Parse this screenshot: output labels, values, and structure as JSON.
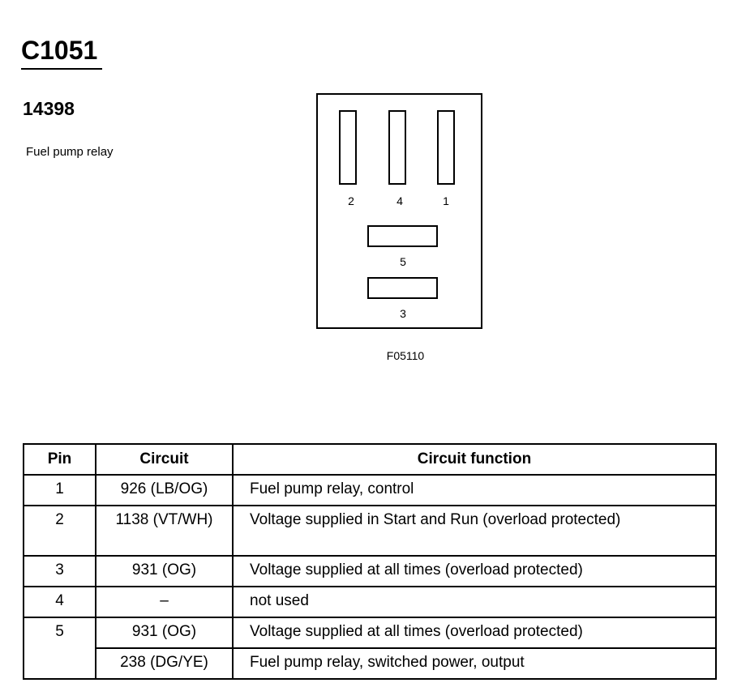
{
  "header": {
    "connector_id": "C1051",
    "part_number": "14398",
    "component_name": "Fuel pump relay"
  },
  "connector_view": {
    "pin_labels": [
      "2",
      "4",
      "1",
      "5",
      "3"
    ],
    "figure_code": "F05110"
  },
  "table": {
    "headers": {
      "pin": "Pin",
      "circuit": "Circuit",
      "function": "Circuit function"
    },
    "rows": [
      {
        "pin": "1",
        "circuit": "926 (LB/OG)",
        "function": "Fuel pump relay, control"
      },
      {
        "pin": "2",
        "circuit": "1138 (VT/WH)",
        "function": "Voltage supplied in Start and Run (overload protected)"
      },
      {
        "pin": "3",
        "circuit": "931 (OG)",
        "function": "Voltage supplied at all times (overload protected)"
      },
      {
        "pin": "4",
        "circuit": "–",
        "function": "not used"
      },
      {
        "pin": "5",
        "circuit": "931 (OG)",
        "function": "Voltage supplied at all times (overload protected)"
      },
      {
        "pin": "",
        "circuit": "238 (DG/YE)",
        "function": "Fuel pump relay, switched power, output"
      }
    ]
  }
}
